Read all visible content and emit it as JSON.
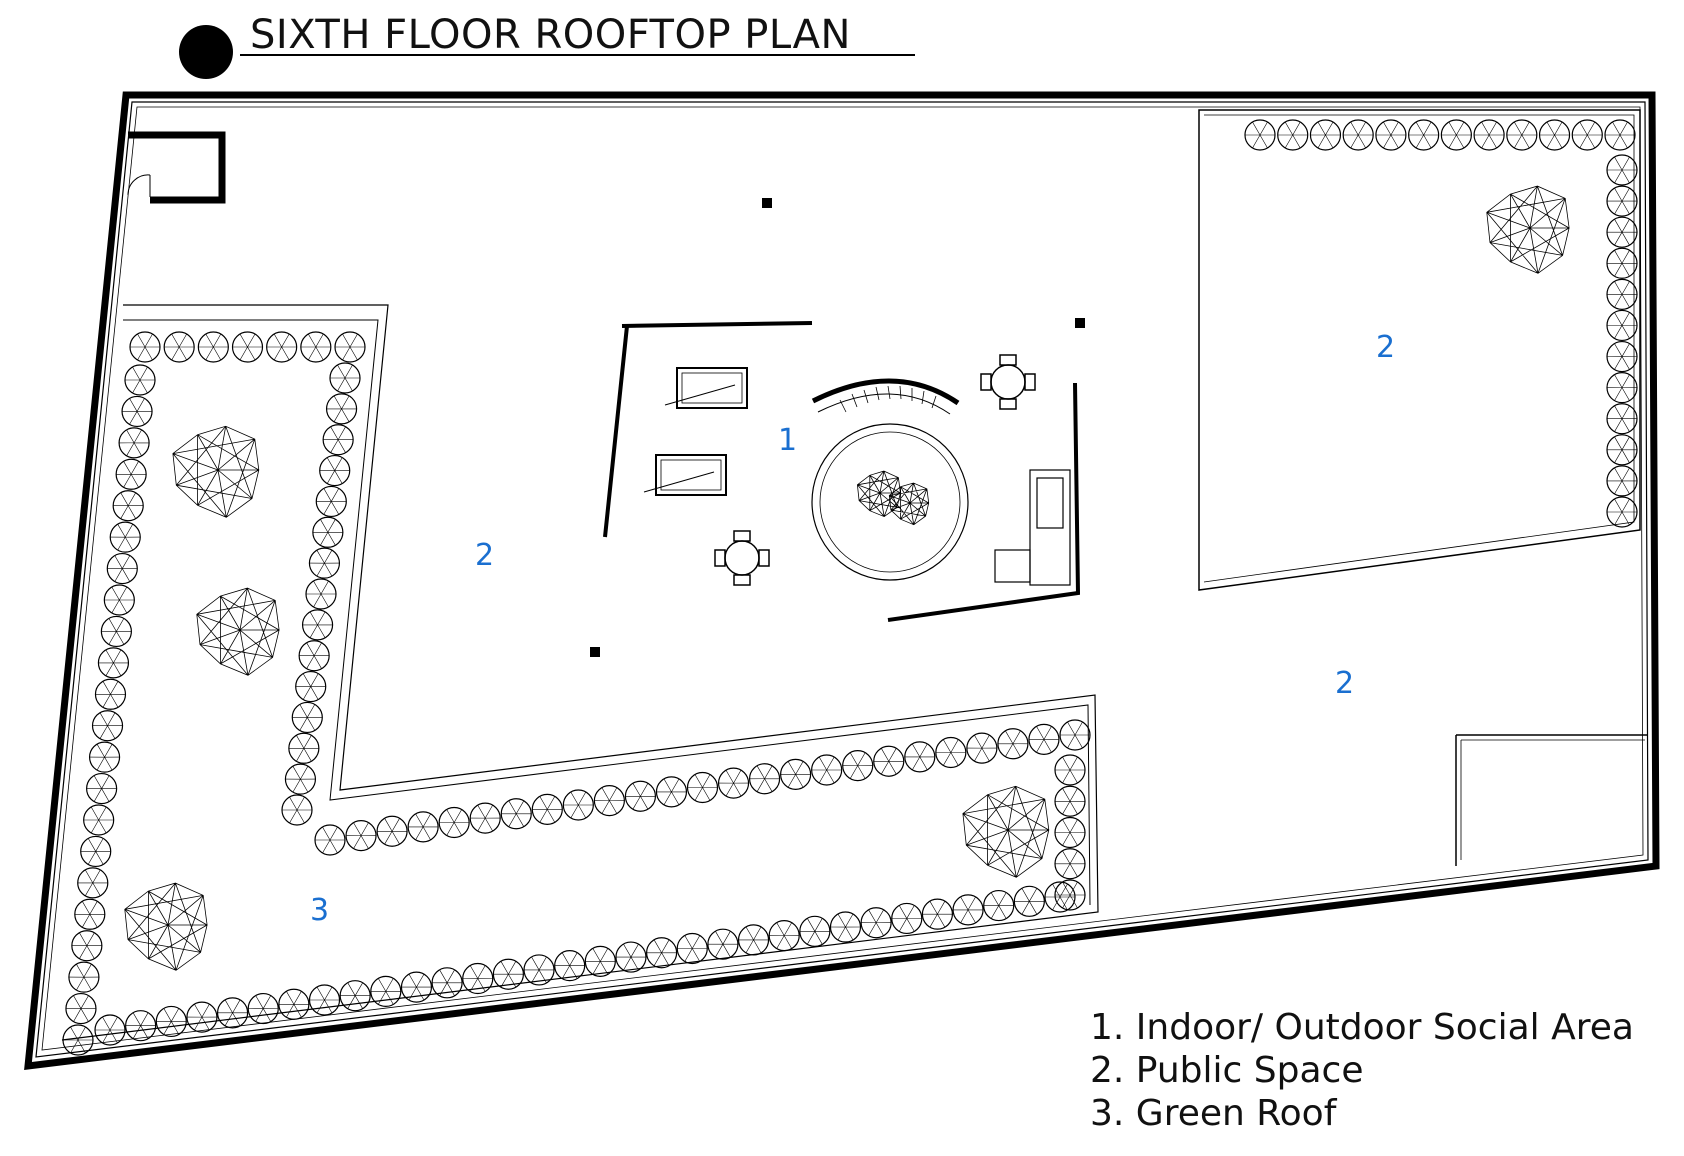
{
  "title": "SIXTH FLOOR ROOFTOP PLAN",
  "zones": [
    {
      "id": "zone-1",
      "label": "1"
    },
    {
      "id": "zone-2a",
      "label": "2"
    },
    {
      "id": "zone-2b",
      "label": "2"
    },
    {
      "id": "zone-2c",
      "label": "2"
    },
    {
      "id": "zone-3",
      "label": "3"
    }
  ],
  "legend": [
    "1.  Indoor/ Outdoor Social Area",
    "2. Public Space",
    "3. Green Roof"
  ],
  "colors": {
    "line": "#111111",
    "zone_label": "#1a6fd0",
    "background": "#ffffff"
  }
}
